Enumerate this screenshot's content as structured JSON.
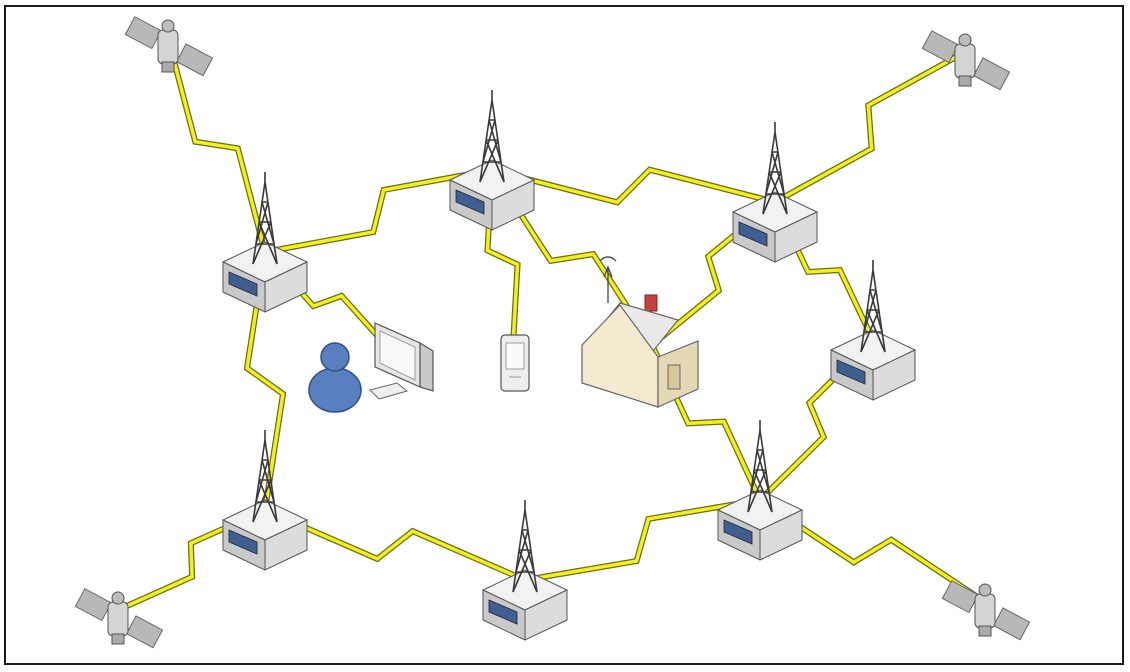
{
  "diagram": {
    "type": "wireless-mesh-network",
    "colors": {
      "link": "#f2f21a",
      "link_outline": "#6b6b20",
      "tower": "#3a3a3a",
      "base_top": "#f2f2f2",
      "base_side": "#c9c9c9",
      "panel": "#3e5f8f",
      "satellite_body": "#d4d4d4",
      "satellite_panel": "#b8b8b8",
      "user": "#5a7fc0",
      "house_wall": "#f3ead0",
      "house_roof": "#e9e9e9",
      "chimney": "#c44040"
    },
    "nodes": [
      {
        "id": "sat-top-left",
        "kind": "satellite"
      },
      {
        "id": "sat-top-right",
        "kind": "satellite"
      },
      {
        "id": "sat-bottom-left",
        "kind": "satellite"
      },
      {
        "id": "sat-bottom-right",
        "kind": "satellite"
      },
      {
        "id": "tower-left",
        "kind": "base-station"
      },
      {
        "id": "tower-top-center",
        "kind": "base-station"
      },
      {
        "id": "tower-top-right",
        "kind": "base-station"
      },
      {
        "id": "tower-right",
        "kind": "base-station"
      },
      {
        "id": "tower-bottom-right",
        "kind": "base-station"
      },
      {
        "id": "tower-bottom-center",
        "kind": "base-station"
      },
      {
        "id": "tower-bottom-left",
        "kind": "base-station"
      },
      {
        "id": "user-computer",
        "kind": "user-workstation"
      },
      {
        "id": "mobile-phone",
        "kind": "handset"
      },
      {
        "id": "house",
        "kind": "house-with-antenna"
      }
    ],
    "links": [
      [
        "sat-top-left",
        "tower-left"
      ],
      [
        "tower-left",
        "tower-top-center"
      ],
      [
        "tower-left",
        "user-computer"
      ],
      [
        "tower-left",
        "tower-bottom-left"
      ],
      [
        "tower-top-center",
        "tower-top-right"
      ],
      [
        "tower-top-center",
        "mobile-phone"
      ],
      [
        "tower-top-center",
        "house"
      ],
      [
        "tower-top-right",
        "sat-top-right"
      ],
      [
        "tower-top-right",
        "house"
      ],
      [
        "tower-top-right",
        "tower-right"
      ],
      [
        "tower-right",
        "tower-bottom-right"
      ],
      [
        "house",
        "tower-bottom-right"
      ],
      [
        "tower-bottom-right",
        "sat-bottom-right"
      ],
      [
        "tower-bottom-right",
        "tower-bottom-center"
      ],
      [
        "tower-bottom-center",
        "tower-bottom-left"
      ],
      [
        "tower-bottom-left",
        "sat-bottom-left"
      ]
    ]
  }
}
